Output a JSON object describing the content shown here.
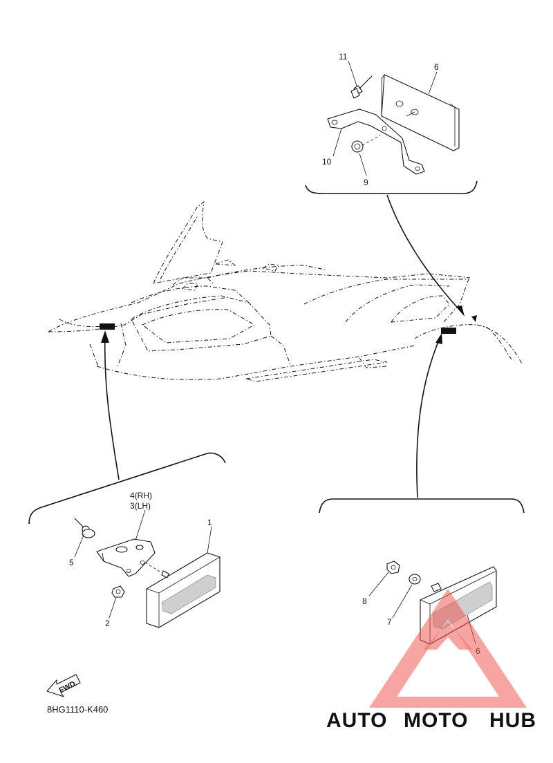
{
  "diagram": {
    "drawing_code": "8HG1110-K460",
    "fwd_label": "FWD",
    "callouts": {
      "top_11": "11",
      "top_6": "6",
      "top_10": "10",
      "top_9": "9",
      "front_4": "4(RH)",
      "front_3": "3(LH)",
      "front_1": "1",
      "front_5": "5",
      "front_2": "2",
      "rear_8": "8",
      "rear_7": "7",
      "rear_6": "6"
    }
  },
  "watermark": {
    "part1": "AUTO",
    "part2": "MOTO",
    "part3": "HUB",
    "colors": {
      "auto": "#f5b25f",
      "moto": "#f28b82",
      "hub": "#5a5a5a",
      "triangle": "#ef5350"
    }
  }
}
